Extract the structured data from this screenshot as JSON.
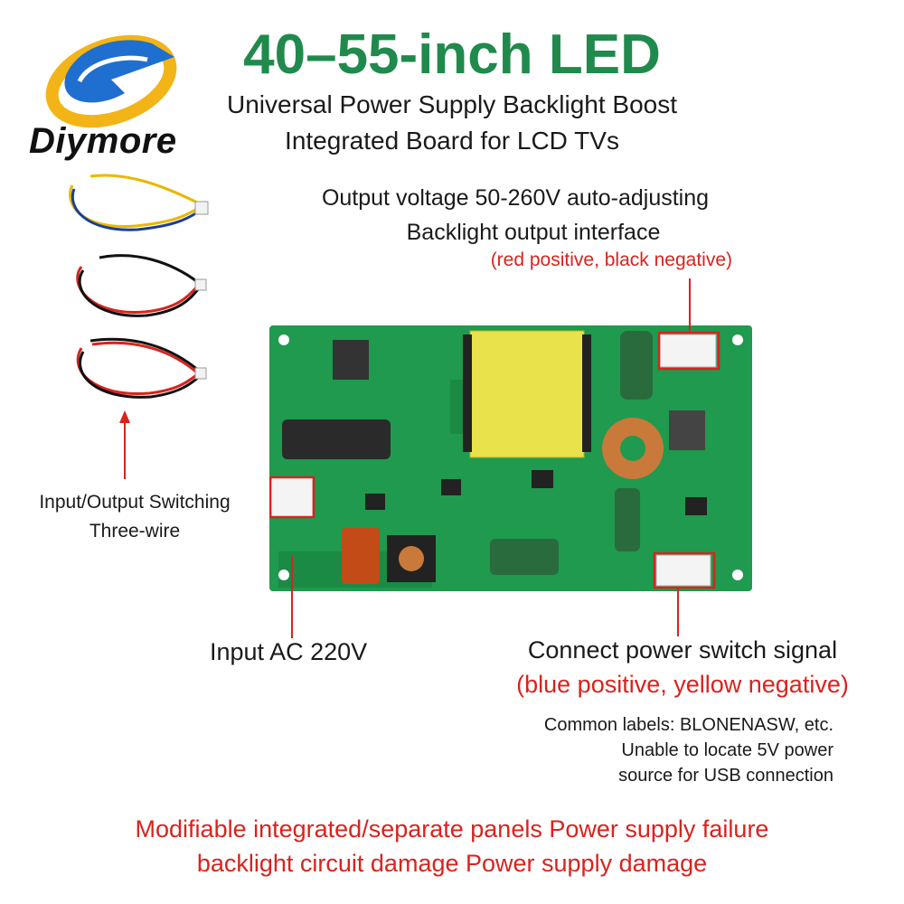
{
  "brand": {
    "name": "Diymore",
    "logo_icon": "diymore-logo-icon",
    "logo_colors": {
      "primary": "#1e6fd0",
      "accent": "#f2b417"
    }
  },
  "header": {
    "title": "40–55-inch LED",
    "subtitle_line1": "Universal Power Supply Backlight Boost",
    "subtitle_line2": "Integrated Board for LCD TVs"
  },
  "callouts": {
    "output": {
      "line1": "Output voltage 50-260V auto-adjusting",
      "line2": "Backlight output interface",
      "note": "(red positive, black negative)"
    },
    "switching": {
      "line1": "Input/Output Switching",
      "line2": "Three-wire"
    },
    "input": {
      "label": "Input AC 220V"
    },
    "power_switch": {
      "line1": "Connect power switch signal",
      "note": "(blue positive, yellow negative)",
      "details": [
        "Common labels: BLONENASW, etc.",
        "Unable to locate 5V power",
        "source for USB connection"
      ]
    }
  },
  "footer": {
    "line1": "Modifiable integrated/separate panels Power supply failure",
    "line2": "backlight circuit damage Power supply damage"
  },
  "colors": {
    "title_green": "#1f8a4c",
    "callout_red": "#d9231d",
    "pcb_green": "#1f9a4e"
  }
}
